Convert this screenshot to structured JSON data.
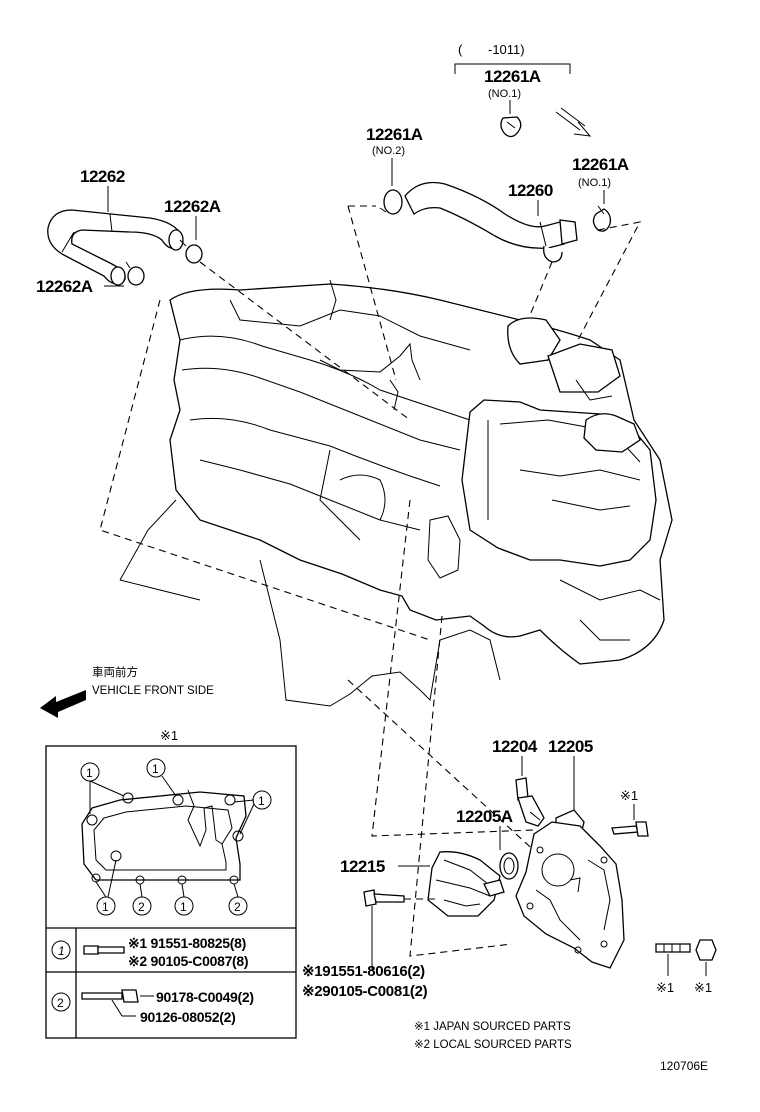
{
  "range": {
    "open": "(",
    "value": "-1011)"
  },
  "parts": {
    "p12261A_top": {
      "num": "12261A",
      "sub": "(NO.1)"
    },
    "p12261A_left": {
      "num": "12261A",
      "sub": "(NO.2)"
    },
    "p12261A_right": {
      "num": "12261A",
      "sub": "(NO.1)"
    },
    "p12260": "12260",
    "p12262": "12262",
    "p12262A_a": "12262A",
    "p12262A_b": "12262A",
    "p12204": "12204",
    "p12205": "12205",
    "p12205A": "12205A",
    "p12215": "12215"
  },
  "direction": {
    "jp": "車両前方",
    "en": "VEHICLE FRONT SIDE"
  },
  "inset": {
    "ref_mark": "※1",
    "circle1": "1",
    "circle2": "2",
    "row1": {
      "marker": "1",
      "line1": "※1 91551-80825(8)",
      "line2": "※2 90105-C0087(8)"
    },
    "row2": {
      "marker": "2",
      "line1": "90178-C0049(2)",
      "line2": "90126-08052(2)"
    }
  },
  "bolts": {
    "line1": "※191551-80616(2)",
    "line2": "※290105-C0081(2)"
  },
  "marks": {
    "bolt_top": "※1",
    "stud": "※1",
    "nut": "※1"
  },
  "notes": {
    "n1": "※1 JAPAN SOURCED PARTS",
    "n2": "※2 LOCAL SOURCED PARTS"
  },
  "figure_id": "120706E"
}
